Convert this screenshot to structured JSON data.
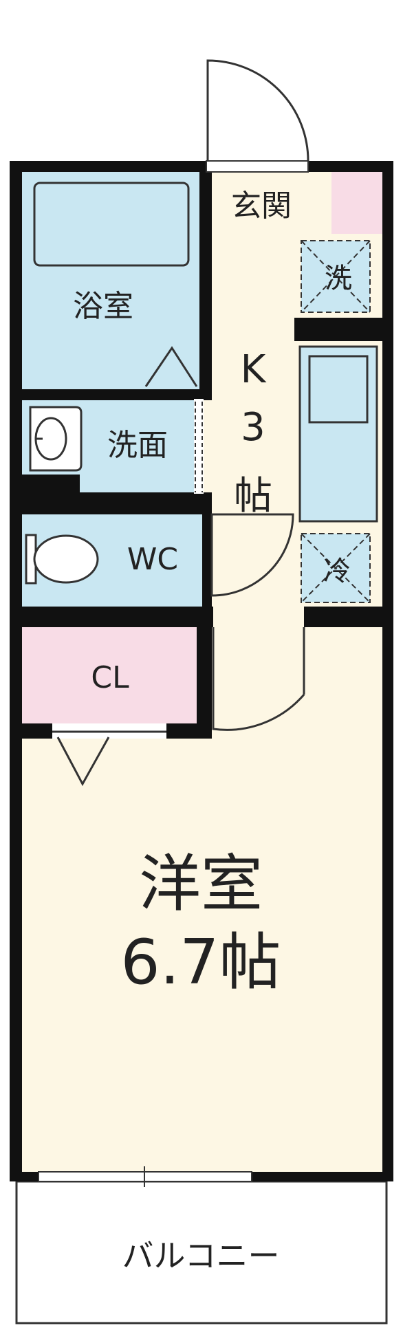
{
  "colors": {
    "wall": "#111111",
    "wet_area": "#c9e7f2",
    "closet": "#f8dce6",
    "floor": "#fdf7e4",
    "outline": "#333333",
    "background": "#ffffff"
  },
  "rooms": {
    "bath": "浴室",
    "washroom": "洗面",
    "toilet": "WC",
    "closet": "CL",
    "entrance": "玄関",
    "washing_machine": "洗",
    "kitchen_name": "K",
    "kitchen_size": "3",
    "kitchen_unit": "帖",
    "fridge": "冷",
    "western_room_name": "洋室",
    "western_room_size": "6.7帖",
    "balcony": "バルコニー"
  }
}
